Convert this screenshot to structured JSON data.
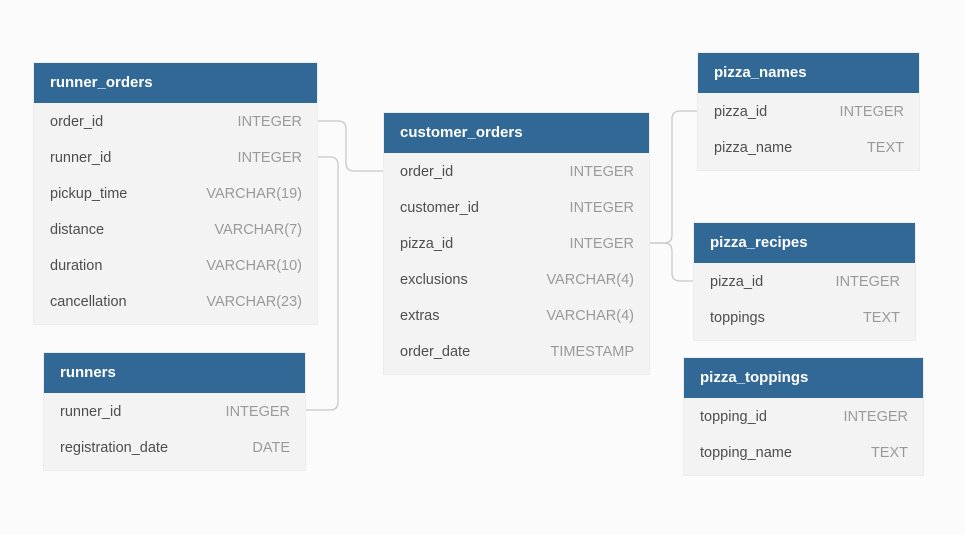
{
  "colors": {
    "header_bg": "#316896",
    "header_text": "#ffffff",
    "body_bg": "#f3f3f3",
    "column_name": "#4e4e4e",
    "column_type": "#9a9a9a",
    "connector": "#c8c8c8"
  },
  "tables": {
    "runner_orders": {
      "title": "runner_orders",
      "columns": [
        {
          "name": "order_id",
          "type": "INTEGER"
        },
        {
          "name": "runner_id",
          "type": "INTEGER"
        },
        {
          "name": "pickup_time",
          "type": "VARCHAR(19)"
        },
        {
          "name": "distance",
          "type": "VARCHAR(7)"
        },
        {
          "name": "duration",
          "type": "VARCHAR(10)"
        },
        {
          "name": "cancellation",
          "type": "VARCHAR(23)"
        }
      ]
    },
    "runners": {
      "title": "runners",
      "columns": [
        {
          "name": "runner_id",
          "type": "INTEGER"
        },
        {
          "name": "registration_date",
          "type": "DATE"
        }
      ]
    },
    "customer_orders": {
      "title": "customer_orders",
      "columns": [
        {
          "name": "order_id",
          "type": "INTEGER"
        },
        {
          "name": "customer_id",
          "type": "INTEGER"
        },
        {
          "name": "pizza_id",
          "type": "INTEGER"
        },
        {
          "name": "exclusions",
          "type": "VARCHAR(4)"
        },
        {
          "name": "extras",
          "type": "VARCHAR(4)"
        },
        {
          "name": "order_date",
          "type": "TIMESTAMP"
        }
      ]
    },
    "pizza_names": {
      "title": "pizza_names",
      "columns": [
        {
          "name": "pizza_id",
          "type": "INTEGER"
        },
        {
          "name": "pizza_name",
          "type": "TEXT"
        }
      ]
    },
    "pizza_recipes": {
      "title": "pizza_recipes",
      "columns": [
        {
          "name": "pizza_id",
          "type": "INTEGER"
        },
        {
          "name": "toppings",
          "type": "TEXT"
        }
      ]
    },
    "pizza_toppings": {
      "title": "pizza_toppings",
      "columns": [
        {
          "name": "topping_id",
          "type": "INTEGER"
        },
        {
          "name": "topping_name",
          "type": "TEXT"
        }
      ]
    }
  },
  "relationships": [
    {
      "from": "runner_orders.order_id",
      "to": "customer_orders.order_id"
    },
    {
      "from": "runner_orders.runner_id",
      "to": "runners.runner_id"
    },
    {
      "from": "customer_orders.pizza_id",
      "to": "pizza_names.pizza_id"
    },
    {
      "from": "customer_orders.pizza_id",
      "to": "pizza_recipes.pizza_id"
    }
  ]
}
